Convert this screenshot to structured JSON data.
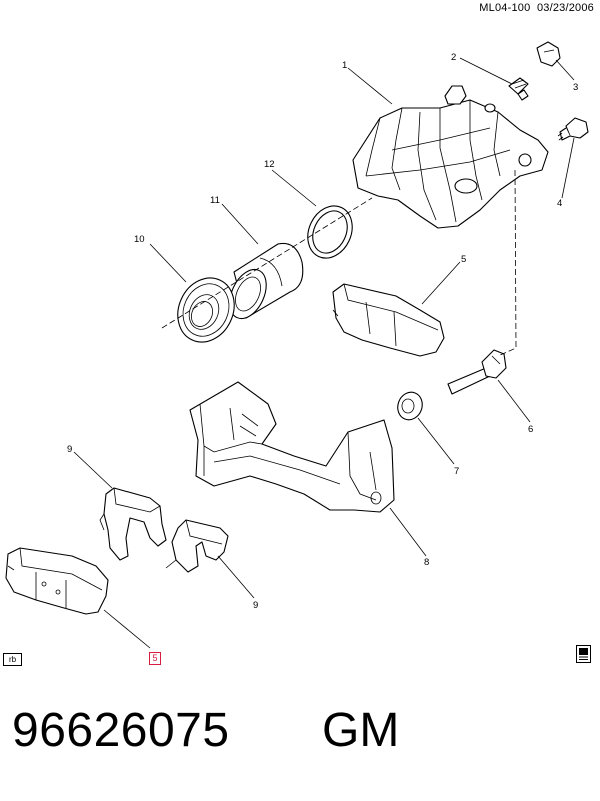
{
  "header": {
    "diagram_id": "ML04-100",
    "date": "03/23/2006"
  },
  "callouts": {
    "c1": "1",
    "c2": "2",
    "c3": "3",
    "c4": "4",
    "c5a": "5",
    "c5b": "5",
    "c6": "6",
    "c7": "7",
    "c8": "8",
    "c9a": "9",
    "c9b": "9",
    "c10": "10",
    "c11": "11",
    "c12": "12"
  },
  "corner_box_label": "rb",
  "highlighted_callout": "5",
  "part_number": "96626075",
  "brand": "GM",
  "colors": {
    "highlight": "#d81d3f",
    "line": "#000000",
    "background": "#ffffff"
  },
  "icons": [
    "book-icon"
  ]
}
